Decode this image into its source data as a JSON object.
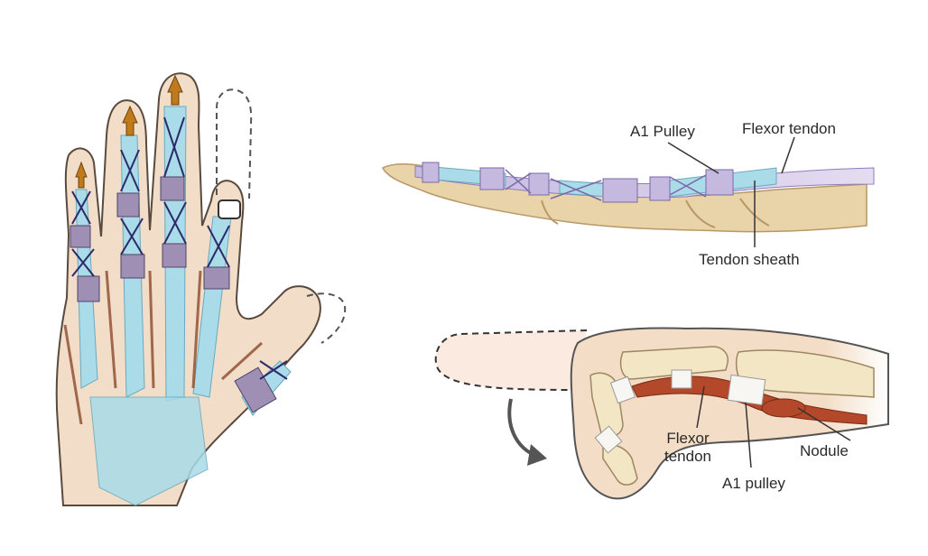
{
  "figure": {
    "colors": {
      "skin": "#f1d8bf",
      "skin_dark": "#b08060",
      "tendon_blue": "#a9dbe8",
      "pulley_purple": "#9f8fb5",
      "bone": "#e9d3a8",
      "nodule": "#b3482a",
      "arrow_orange": "#c07a1c"
    },
    "icons": [
      "hand-drawing",
      "finger-lateral-drawing",
      "trigger-finger-drawing",
      "curved-arrow-icon"
    ],
    "labels": {
      "a1_pulley_top": "A1 Pulley",
      "flexor_tendon_top": "Flexor tendon",
      "tendon_sheath": "Tendon sheath",
      "flexor_tendon_bottom": "Flexor\ntendon",
      "a1_pulley_bottom": "A1 pulley",
      "nodule": "Nodule"
    }
  }
}
